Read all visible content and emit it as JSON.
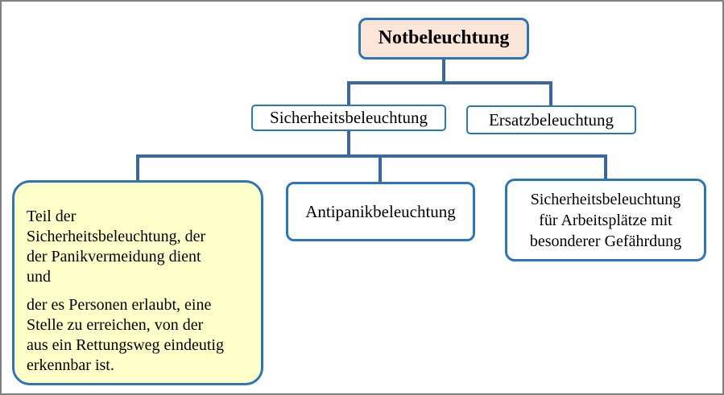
{
  "diagram": {
    "title_box": {
      "label": "Notbeleuchtung"
    },
    "level2": {
      "sicherheitsbeleuchtung": {
        "label": "Sicherheitsbeleuchtung"
      },
      "ersatzbeleuchtung": {
        "label": "Ersatzbeleuchtung"
      }
    },
    "level3": {
      "note": {
        "paragraph1_lines": [
          "Teil der",
          "Sicherheitsbeleuchtung, der",
          "der Panikvermeidung dient",
          "und"
        ],
        "paragraph2_lines": [
          "der es Personen erlaubt, eine",
          "Stelle zu erreichen, von der",
          "aus ein Rettungsweg eindeutig",
          "erkennbar ist."
        ]
      },
      "antipanik": {
        "label": "Antipanikbeleuchtung"
      },
      "arbeitsplaetze": {
        "lines": [
          "Sicherheitsbeleuchtung",
          "für Arbeitsplätze mit",
          "besonderer Gefährdung"
        ]
      }
    }
  },
  "colors": {
    "box_border": "#2e75b6",
    "connector": "#3c679c",
    "root_fill": "#fbe5d6",
    "note_fill": "#ffffc9",
    "frame_border": "#7f7f7f",
    "text": "#000000"
  }
}
